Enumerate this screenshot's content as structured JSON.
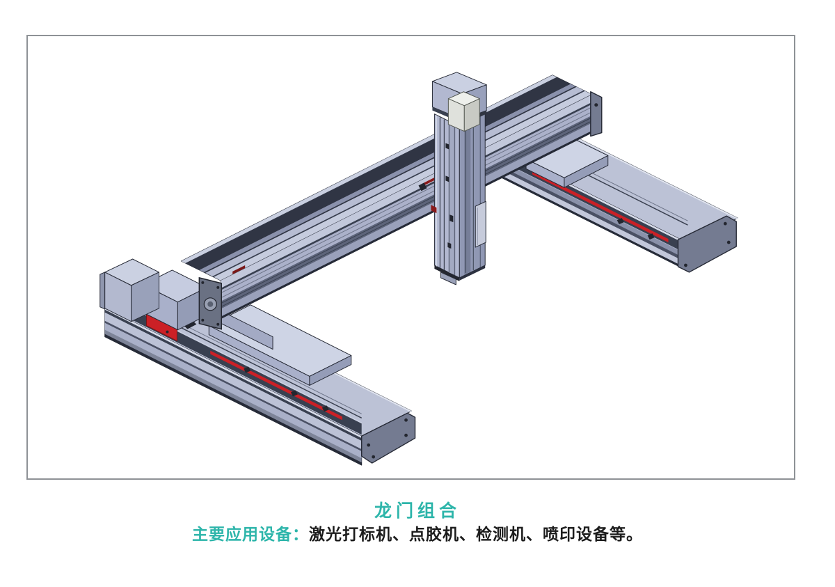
{
  "page": {
    "background": "#ffffff"
  },
  "figure": {
    "frame_border_color": "#8e9296",
    "machine": {
      "kind": "gantry-3-axis-linear-module-assembly",
      "parts": {
        "y_rail_left": "y-axis-linear-module-left",
        "y_rail_right": "y-axis-linear-module-right",
        "x_beam": "x-axis-cross-beam",
        "z_column": "z-axis-vertical-module",
        "y_motor_left": "stepper-motor-left",
        "z_motor": "stepper-motor-z-axis",
        "carriage_left": "carriage-plate-left",
        "carriage_right": "carriage-plate-right"
      },
      "colors": {
        "body": "#b4bad2",
        "body_light": "#ced4e5",
        "body_dark": "#8f97b2",
        "outline": "#262a36",
        "accent_red": "#cb2026",
        "accent_red_dark": "#8a1a1a",
        "motor_white": "#eef0ec"
      }
    }
  },
  "caption": {
    "title": "龙门组合",
    "title_color": "#2db5aa",
    "label": "主要应用设备：",
    "label_color": "#2db5aa",
    "applications": "激光打标机、点胶机、检测机、喷印设备等。",
    "applications_color": "#1c1c1c"
  }
}
